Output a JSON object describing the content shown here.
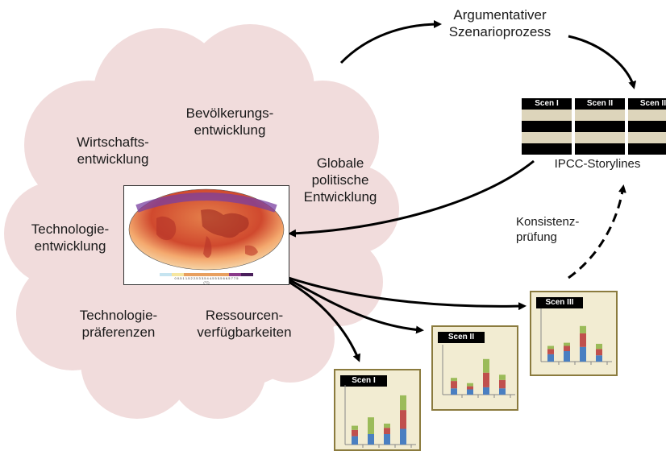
{
  "title_process": "Argumentativer\nSzenarioprozess",
  "cloud_labels": {
    "bevoelkerung": "Bevölkerungs-\nentwicklung",
    "wirtschaft": "Wirtschafts-\nentwicklung",
    "global": "Globale\npolitische\nEntwicklung",
    "technologie": "Technologie-\nentwicklung",
    "praeferenzen": "Technologie-\npräferenzen",
    "ressourcen": "Ressourcen-\nverfügbarkeiten"
  },
  "storylines": {
    "label": "IPCC-Storylines",
    "scenarios": [
      "Scen I",
      "Scen II",
      "Scen II"
    ]
  },
  "konsistenz": "Konsistenz-\nprüfung",
  "map_scale": {
    "ticks": "0  0.5  1  1.5  2  2.5  3  3.5  4  4.5  5  5.5  6  6.5  7  7.5",
    "unit": "(°C)"
  },
  "scenario_cards": [
    {
      "label": "Scen I"
    },
    {
      "label": "Scen II"
    },
    {
      "label": "Scen III"
    }
  ],
  "colors": {
    "cloud": "#f1dcdc",
    "bar_blue": "#4a7fc1",
    "bar_red": "#c0504d",
    "bar_green": "#9bbb59",
    "card_bg": "#f2ecd2",
    "card_border": "#8b7b3e"
  },
  "chart_data": [
    {
      "type": "bar",
      "series": [
        {
          "values": [
            8,
            10,
            10,
            15
          ]
        },
        {
          "values": [
            6,
            0,
            6,
            18
          ]
        },
        {
          "values": [
            4,
            16,
            4,
            14
          ]
        }
      ]
    },
    {
      "type": "bar",
      "series": [
        {
          "values": [
            6,
            5,
            7,
            6
          ]
        },
        {
          "values": [
            7,
            3,
            14,
            8
          ]
        },
        {
          "values": [
            3,
            3,
            13,
            5
          ]
        }
      ]
    },
    {
      "type": "bar",
      "series": [
        {
          "values": [
            7,
            10,
            14,
            6
          ]
        },
        {
          "values": [
            5,
            5,
            13,
            6
          ]
        },
        {
          "values": [
            3,
            3,
            7,
            5
          ]
        }
      ]
    }
  ]
}
